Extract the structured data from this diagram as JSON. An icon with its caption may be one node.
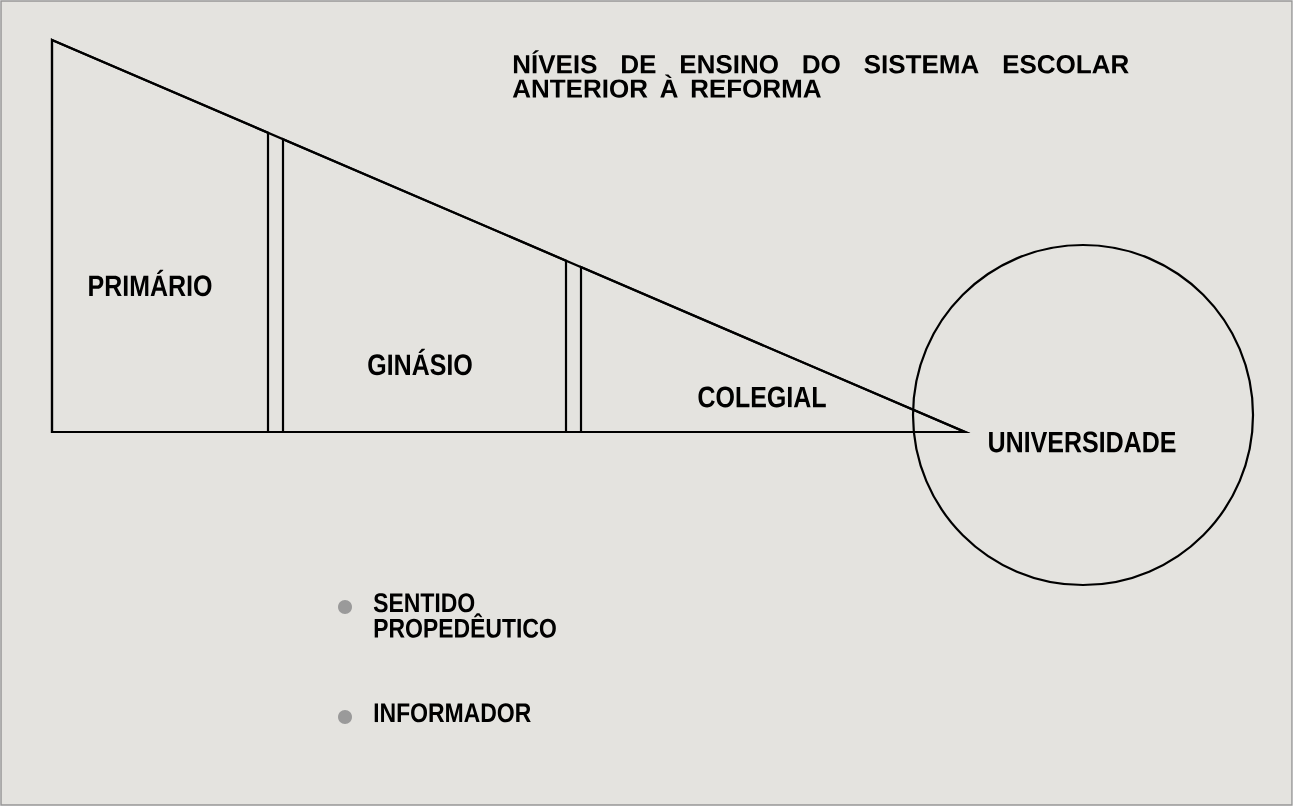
{
  "diagram": {
    "title": "NÍVEIS DE ENSINO DO SISTEMA ESCOLAR ANTERIOR À REFORMA",
    "nodes": [
      {
        "text": [
          "PRIMÁRIO"
        ]
      },
      {
        "text": [
          "GINÁSIO"
        ]
      },
      {
        "text": [
          "COLEGIAL"
        ]
      },
      {
        "text": [
          "UNIVERSIDADE"
        ]
      }
    ],
    "legend": [
      {
        "text": "SENTIDO PROPEDÊUTICO",
        "color": "#9a9a9a"
      },
      {
        "text": "INFORMADOR",
        "color": "#9a9a9a"
      }
    ]
  }
}
